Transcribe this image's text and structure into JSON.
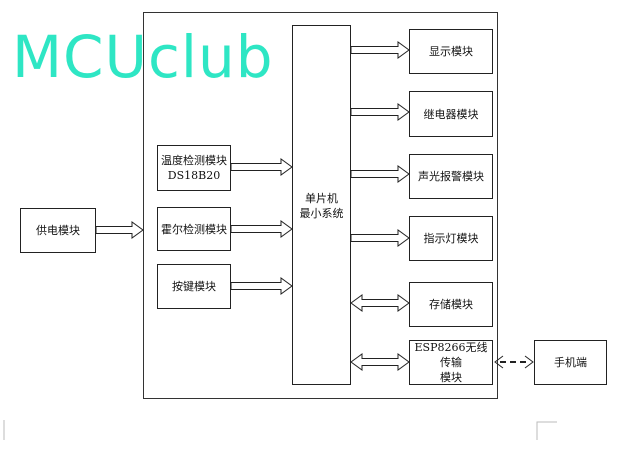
{
  "watermark": "MCUclub",
  "mcu": {
    "line1": "单片机",
    "line2": "最小系统"
  },
  "power": "供电模块",
  "inputs": [
    {
      "line1": "温度检测模块",
      "line2": "DS18B20"
    },
    {
      "line1": "霍尔检测模块",
      "line2": ""
    },
    {
      "line1": "按键模块",
      "line2": ""
    }
  ],
  "outputs": [
    {
      "line1": "显示模块",
      "line2": ""
    },
    {
      "line1": "继电器模块",
      "line2": ""
    },
    {
      "line1": "声光报警模块",
      "line2": ""
    },
    {
      "line1": "指示灯模块",
      "line2": ""
    },
    {
      "line1": "存储模块",
      "line2": ""
    },
    {
      "line1": "ESP8266无线传输",
      "line2": "模块"
    }
  ],
  "phone": "手机端",
  "colors": {
    "watermark": "#2ee6c4",
    "line": "#222222"
  }
}
